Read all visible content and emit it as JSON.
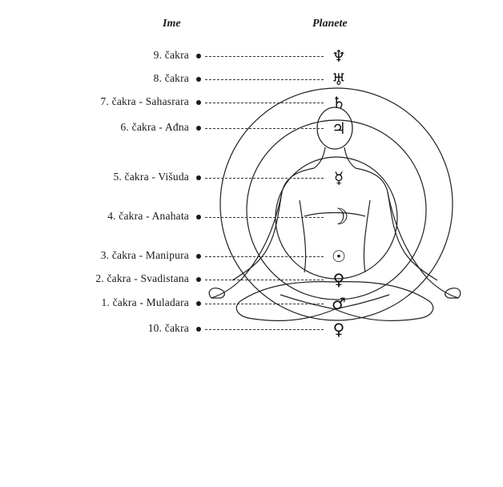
{
  "headers": {
    "name": "Ime",
    "planets": "Planete"
  },
  "chakras": [
    {
      "label": "9. čakra",
      "symbol": "♆"
    },
    {
      "label": "8. čakra",
      "symbol": "♅"
    },
    {
      "label": "7. čakra - Sahasrara",
      "symbol": "♄"
    },
    {
      "label": "6. čakra - Ađna",
      "symbol": "♃"
    },
    {
      "label": "5. čakra - Višuda",
      "symbol": "☿"
    },
    {
      "label": "4. čakra - Anahata",
      "symbol": "☽"
    },
    {
      "label": "3. čakra - Manipura",
      "symbol": "☉"
    },
    {
      "label": "2. čakra - Svadistana",
      "symbol": "♀"
    },
    {
      "label": "1. čakra - Muladara",
      "symbol": "♂"
    },
    {
      "label": "10. čakra",
      "symbol": "♀"
    }
  ],
  "colors": {
    "line": "#1a1a1a",
    "background": "#ffffff"
  }
}
